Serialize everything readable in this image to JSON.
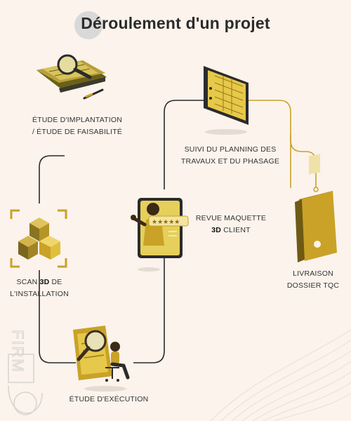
{
  "title": "Déroulement d'un projet",
  "steps": {
    "implantation": {
      "line1": "ÉTUDE D'IMPLANTATION",
      "line2": "/ ÉTUDE DE FAISABILITÉ"
    },
    "scan": {
      "pre": "SCAN ",
      "bold": "3D",
      "post": " DE",
      "line2": "L'INSTALLATION"
    },
    "execution": {
      "line1": "ÉTUDE D'EXÉCUTION"
    },
    "revue": {
      "line1": "REVUE MAQUETTE",
      "bold": "3D",
      "post": " CLIENT"
    },
    "planning": {
      "line1": "SUIVI DU PLANNING DES",
      "line2": "TRAVAUX ET DU PHASAGE"
    },
    "livraison": {
      "line1": "LIVRAISON",
      "line2": "DOSSIER TQC"
    }
  },
  "watermark": {
    "text": "FIRM"
  },
  "colors": {
    "accent": "#c9a227",
    "dark": "#2b2b2b",
    "line": "#2b2b2b",
    "bg": "#fbf3ec"
  }
}
